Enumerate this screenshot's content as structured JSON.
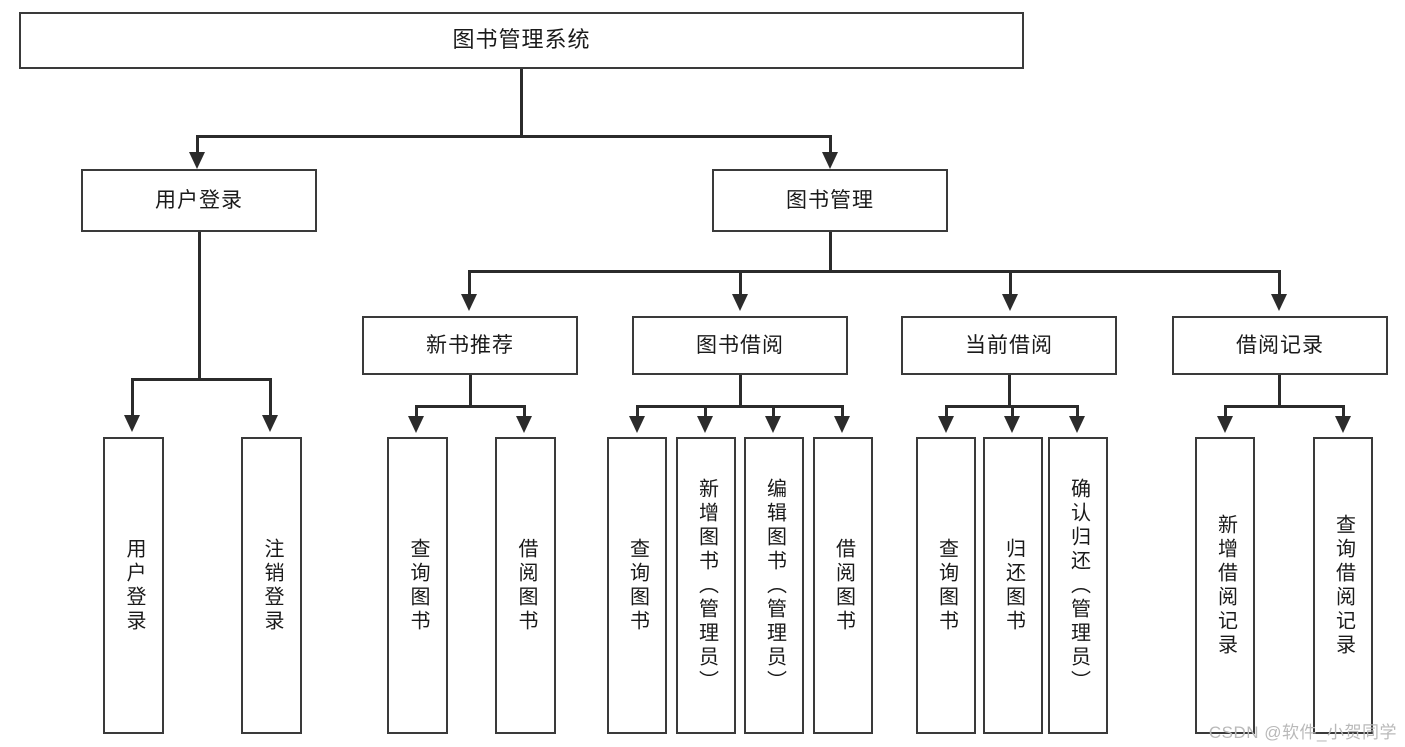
{
  "diagram": {
    "title": "图书管理系统",
    "root": {
      "label": "图书管理系统"
    },
    "level1": [
      {
        "label": "用户登录"
      },
      {
        "label": "图书管理"
      }
    ],
    "level2": [
      {
        "label": "新书推荐"
      },
      {
        "label": "图书借阅"
      },
      {
        "label": "当前借阅"
      },
      {
        "label": "借阅记录"
      }
    ],
    "leaves": {
      "user_login": [
        {
          "label": "用户登录"
        },
        {
          "label": "注销登录"
        }
      ],
      "new_book_recommend": [
        {
          "label": "查询图书"
        },
        {
          "label": "借阅图书"
        }
      ],
      "book_borrow": [
        {
          "label": "查询图书"
        },
        {
          "label": "新增图书（管理员）"
        },
        {
          "label": "编辑图书（管理员）"
        },
        {
          "label": "借阅图书"
        }
      ],
      "current_borrow": [
        {
          "label": "查询图书"
        },
        {
          "label": "归还图书"
        },
        {
          "label": "确认归还（管理员）"
        }
      ],
      "borrow_record": [
        {
          "label": "新增借阅记录"
        },
        {
          "label": "查询借阅记录"
        }
      ]
    }
  },
  "watermark": {
    "text": "CSDN @软件_小贺同学"
  },
  "colors": {
    "stroke": "#3a3a3a",
    "edge": "#2b2b2b",
    "background": "#ffffff",
    "watermark": "#b9b9b9"
  }
}
